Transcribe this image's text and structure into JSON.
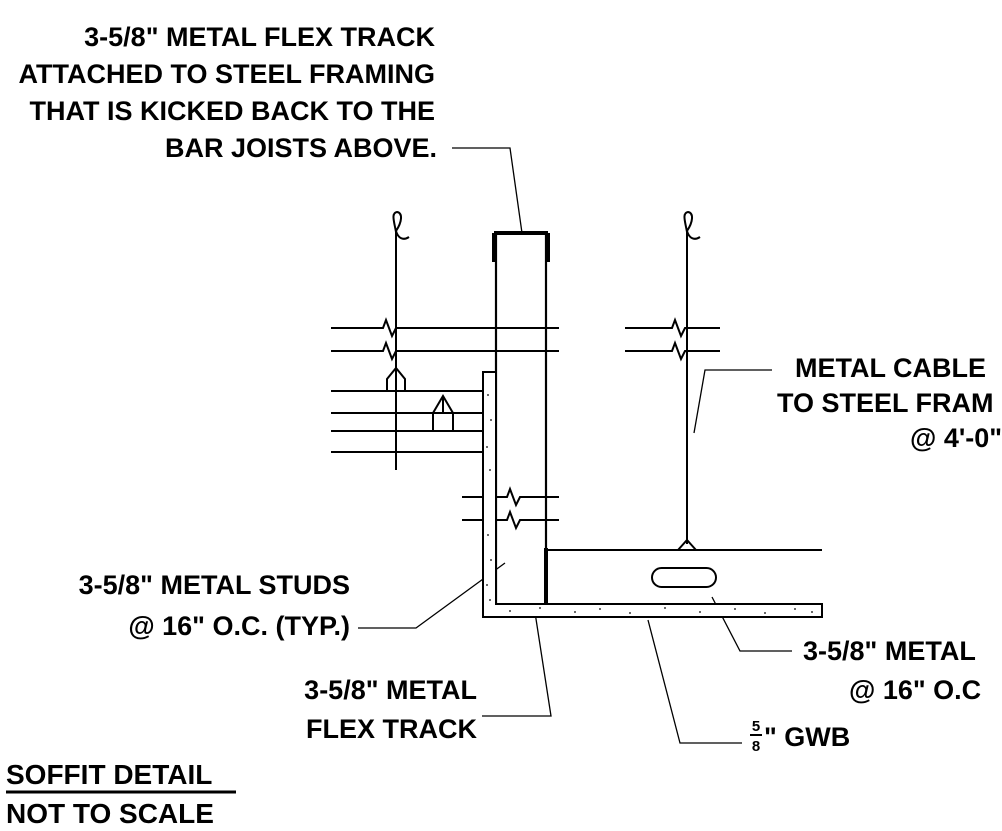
{
  "colors": {
    "ink": "#000000",
    "background": "#ffffff"
  },
  "labels": {
    "flex_track_top": [
      "3-5/8\" METAL FLEX TRACK",
      "ATTACHED TO STEEL FRAMING",
      "THAT IS KICKED BACK TO THE",
      "BAR JOISTS ABOVE."
    ],
    "cable": [
      "METAL CABLE",
      "TO STEEL FRAM",
      "@ 4'-0\""
    ],
    "studs_vertical": [
      "3-5/8\" METAL STUDS",
      "@ 16\" O.C. (TYP.)"
    ],
    "studs_horizontal": [
      "3-5/8\" METAL",
      "@ 16\" O.C"
    ],
    "flex_track_bottom": [
      "3-5/8\" METAL",
      "FLEX TRACK"
    ],
    "gwb": {
      "numerator": "5",
      "denominator": "8",
      "suffix": "\" GWB"
    }
  },
  "title": {
    "line1": "SOFFIT DETAIL",
    "line2": "NOT TO SCALE"
  }
}
